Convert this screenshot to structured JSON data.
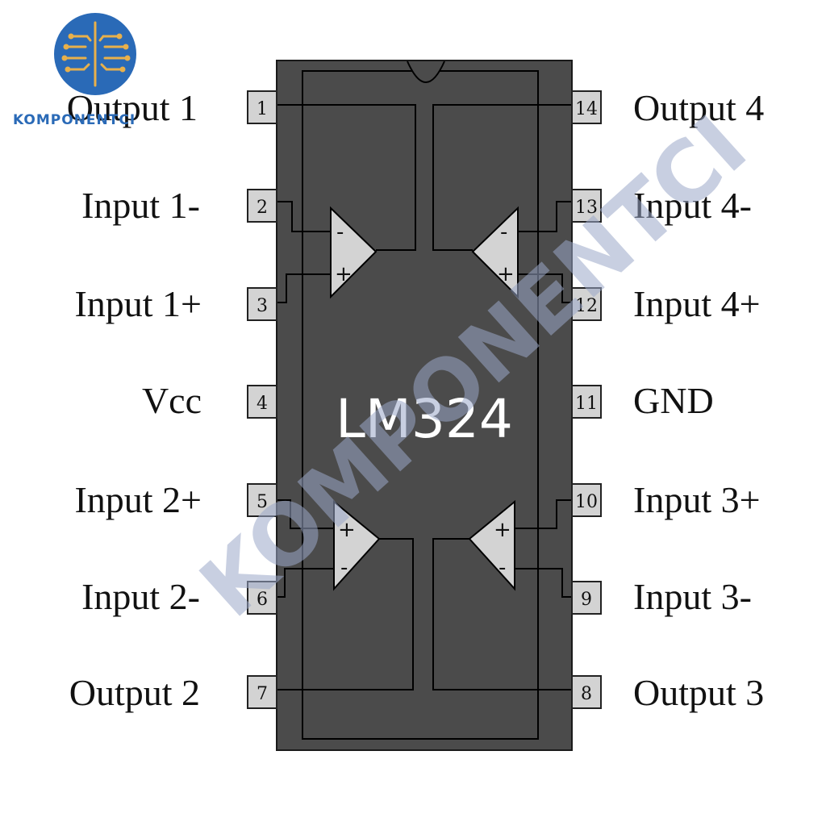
{
  "chip": {
    "part_number": "LM324"
  },
  "brand": {
    "logo_text": "KOMPONENTCI",
    "watermark_text": "KOMPONENTCI",
    "color": "#2a6ab7"
  },
  "colors": {
    "body": "#4b4b4b",
    "pin_fill": "#d3d3d3",
    "opamp_fill": "#d3d3d3",
    "trace": "#000000"
  },
  "pins_left": [
    {
      "number": "1",
      "label": "Output 1"
    },
    {
      "number": "2",
      "label": "Input 1-"
    },
    {
      "number": "3",
      "label": "Input 1+"
    },
    {
      "number": "4",
      "label": "Vcc"
    },
    {
      "number": "5",
      "label": "Input 2+"
    },
    {
      "number": "6",
      "label": "Input 2-"
    },
    {
      "number": "7",
      "label": "Output 2"
    }
  ],
  "pins_right": [
    {
      "number": "14",
      "label": "Output 4"
    },
    {
      "number": "13",
      "label": "Input 4-"
    },
    {
      "number": "12",
      "label": "Input 4+"
    },
    {
      "number": "11",
      "label": "GND"
    },
    {
      "number": "10",
      "label": "Input 3+"
    },
    {
      "number": "9",
      "label": "Input 3-"
    },
    {
      "number": "8",
      "label": "Output 3"
    }
  ],
  "opamps": [
    {
      "name": "opamp-1",
      "top_sign": "-",
      "bottom_sign": "+"
    },
    {
      "name": "opamp-4",
      "top_sign": "-",
      "bottom_sign": "+"
    },
    {
      "name": "opamp-2",
      "top_sign": "+",
      "bottom_sign": "-"
    },
    {
      "name": "opamp-3",
      "top_sign": "+",
      "bottom_sign": "-"
    }
  ]
}
